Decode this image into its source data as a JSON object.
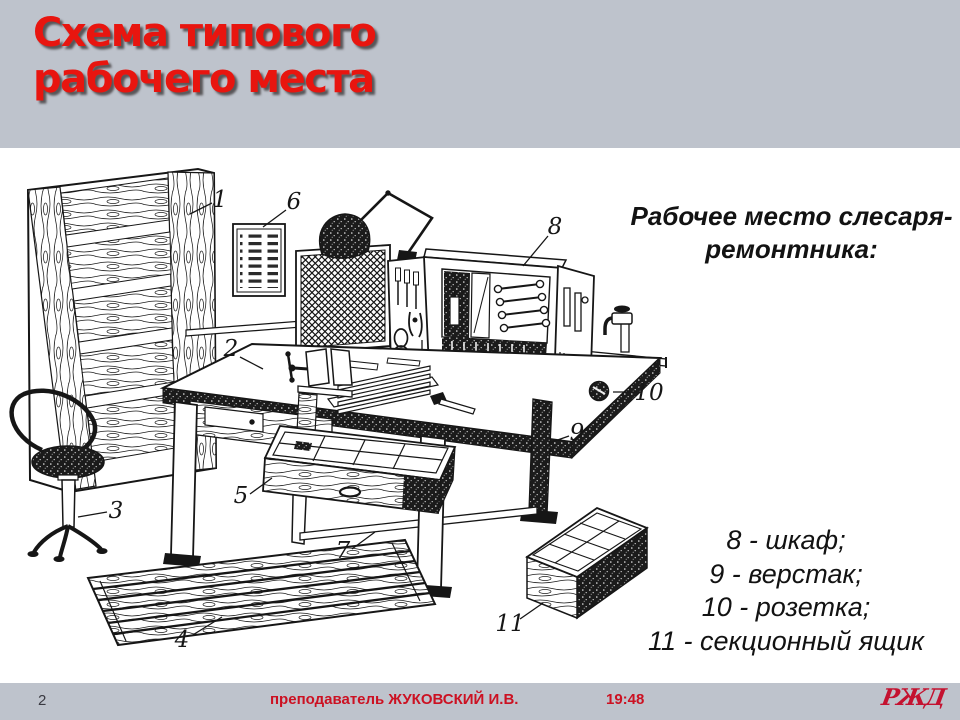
{
  "slide": {
    "title_line1": "Схема типового",
    "title_line2": "рабочего места"
  },
  "annotation": {
    "line1": "Рабочее место слесаря-",
    "line2": "ремонтника:"
  },
  "legend": {
    "items": [
      "8 - шкаф;",
      "9 - верстак;",
      "10 - розетка;",
      "11 - секционный ящик"
    ]
  },
  "diagram": {
    "callouts": [
      "1",
      "2",
      "3",
      "4",
      "5",
      "6",
      "7",
      "8",
      "9",
      "10",
      "11"
    ]
  },
  "footer": {
    "slide_number": "2",
    "credit": "преподаватель ЖУКОВСКИЙ И.В.",
    "time": "19:48",
    "logo_text": "РЖД"
  },
  "colors": {
    "band": "#bec3cc",
    "title_red": "#e8150f",
    "footer_red": "#cc1122",
    "ink": "#161616",
    "paper": "#ffffff"
  }
}
